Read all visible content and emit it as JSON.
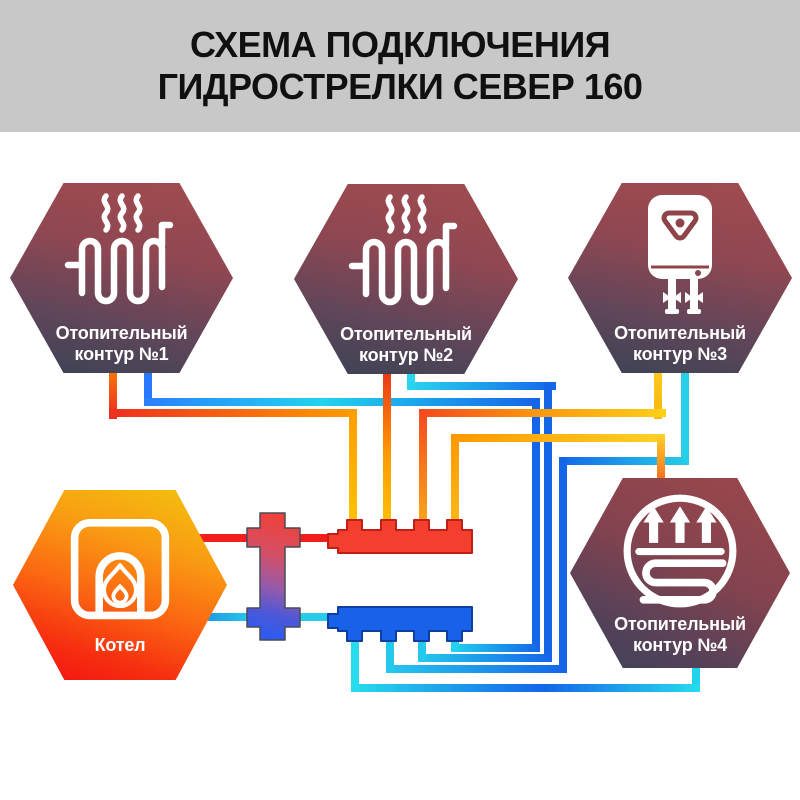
{
  "title": {
    "line1": "СХЕМА ПОДКЛЮЧЕНИЯ",
    "line2": "ГИДРОСТРЕЛКИ СЕВЕР 160"
  },
  "circuits": [
    {
      "id": "circuit1",
      "line1": "Отопительный",
      "line2": "контур №1",
      "icon": "radiator-icon"
    },
    {
      "id": "circuit2",
      "line1": "Отопительный",
      "line2": "контур №2",
      "icon": "radiator-icon"
    },
    {
      "id": "circuit3",
      "line1": "Отопительный",
      "line2": "контур №3",
      "icon": "water-heater-icon"
    },
    {
      "id": "circuit4",
      "line1": "Отопительный",
      "line2": "контур №4",
      "icon": "underfloor-heating-icon"
    }
  ],
  "boiler": {
    "label": "Котел",
    "icon": "boiler-icon"
  },
  "components": {
    "separator": "hydraulic-separator",
    "supply_manifold": "supply-manifold-red",
    "return_manifold": "return-manifold-blue"
  },
  "colors": {
    "banner_bg": "#c8c8c8",
    "title_text": "#101010",
    "hex_circuit_top": "#a24c4e",
    "hex_circuit_bottom": "#3e4355",
    "boiler_top": "#f2c20d",
    "boiler_bottom": "#f31212",
    "supply_red": "#ee2e20",
    "supply_orange": "#ff9800",
    "supply_yellow": "#ffc914",
    "return_blue": "#1565e8",
    "return_cyan": "#22d3ee",
    "manifold_red": "#f43e2e",
    "manifold_blue": "#1961e8"
  }
}
